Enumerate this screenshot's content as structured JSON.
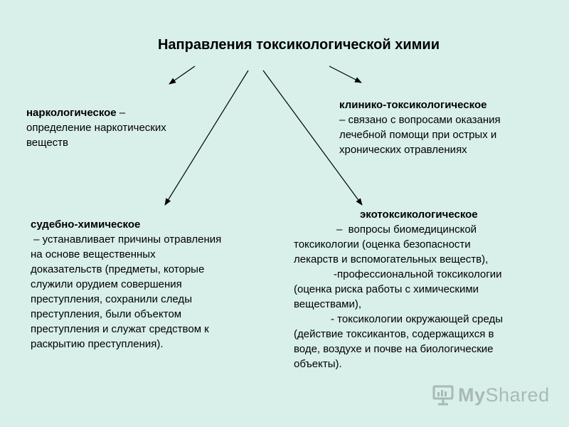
{
  "title": "Направления  токсикологической химии",
  "narco": {
    "head": "наркологическое",
    "dash": " –",
    "lines": [
      "определение наркотических",
      "веществ"
    ]
  },
  "clinic": {
    "head": "клинико-токсикологическое",
    "lines": [
      "– связано с вопросами оказания",
      "лечебной помощи при острых и",
      "хронических отравлениях"
    ]
  },
  "forensic": {
    "head": "судебно-химическое",
    "lines": [
      " – устанавливает причины отравления",
      "на основе вещественных",
      "доказательств (предметы, которые",
      "служили орудием совершения",
      "преступления, сохранили следы",
      "преступления, были объектом",
      "преступления и служат средством к",
      "раскрытию преступления)."
    ]
  },
  "eco": {
    "head": "экотоксикологическое",
    "lines": [
      "–  вопросы биомедицинской",
      "токсикологии (оценка безопасности",
      "лекарств и вспомогательных веществ),",
      "-профессиональной токсикологии",
      "(оценка риска работы с химическими",
      "веществами),",
      "- токсикологии окружающей среды",
      "(действие токсикантов, содержащихся в",
      "воде, воздухе и почве на биологические",
      "объекты)."
    ]
  },
  "logo": {
    "part1": "My",
    "part2": "Shared"
  },
  "colors": {
    "background": "#d8efea",
    "logo": "#a9b9b6"
  }
}
